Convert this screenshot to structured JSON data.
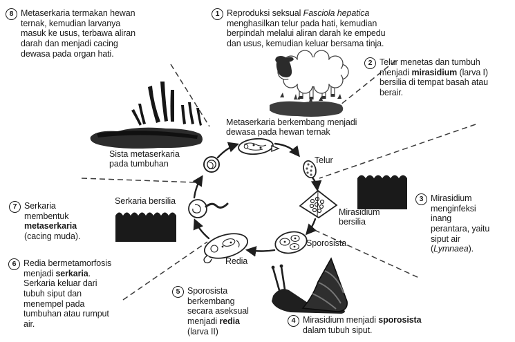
{
  "diagram": {
    "subject": "Daur hidup Fasciola hepatica",
    "ink_color": "#1b1b1b",
    "paper_color": "#ffffff"
  },
  "notes": [
    {
      "number": "1",
      "segments": [
        {
          "t": "Reproduksi seksual "
        },
        {
          "t": "Fasciola hepatica",
          "i": true
        },
        {
          "t": " menghasilkan telur pada hati, kemudian berpindah melalui aliran darah ke empedu dan usus, kemudian keluar bersama tinja."
        }
      ]
    },
    {
      "number": "2",
      "segments": [
        {
          "t": "Telur menetas dan tumbuh menjadi "
        },
        {
          "t": "mirasidium",
          "b": true
        },
        {
          "t": " (larva I) bersilia di tempat basah atau berair."
        }
      ]
    },
    {
      "number": "3",
      "segments": [
        {
          "t": "Mirasidium menginfeksi inang perantara, yaitu siput air ("
        },
        {
          "t": "Lymnaea",
          "i": true
        },
        {
          "t": ")."
        }
      ]
    },
    {
      "number": "4",
      "segments": [
        {
          "t": "Mirasidium menjadi "
        },
        {
          "t": "sporosista",
          "b": true
        },
        {
          "t": " dalam tubuh siput."
        }
      ]
    },
    {
      "number": "5",
      "segments": [
        {
          "t": "Sporosista berkembang secara aseksual menjadi "
        },
        {
          "t": "redia",
          "b": true
        },
        {
          "t": " (larva II)"
        }
      ]
    },
    {
      "number": "6",
      "segments": [
        {
          "t": "Redia bermetamorfosis menjadi "
        },
        {
          "t": "serkaria",
          "b": true
        },
        {
          "t": ". Serkaria keluar dari tubuh siput dan menempel pada tumbuhan atau rumput air."
        }
      ]
    },
    {
      "number": "7",
      "segments": [
        {
          "t": "Serkaria membentuk "
        },
        {
          "t": "metaserkaria",
          "b": true
        },
        {
          "t": " (cacing muda)."
        }
      ]
    },
    {
      "number": "8",
      "segments": [
        {
          "t": "Metaserkaria termakan hewan ternak, kemudian larvanya masuk ke usus, terbawa aliran darah dan menjadi cacing dewasa pada organ hati."
        }
      ]
    }
  ],
  "cycle_labels": {
    "adult_caption": "Metaserkaria berkembang menjadi dewasa pada hewan ternak",
    "egg": "Telur",
    "miracidium": "Mirasidium bersilia",
    "sporocyst": "Sporosista",
    "redia": "Redia",
    "cercaria": "Serkaria bersilia",
    "metacercaria_cyst": "Sista metaserkaria pada tumbuhan"
  },
  "illustrations": [
    "grass-clump-with-cysts",
    "sheep-on-pasture",
    "water-surface-left",
    "water-surface-right",
    "pond-snail"
  ]
}
